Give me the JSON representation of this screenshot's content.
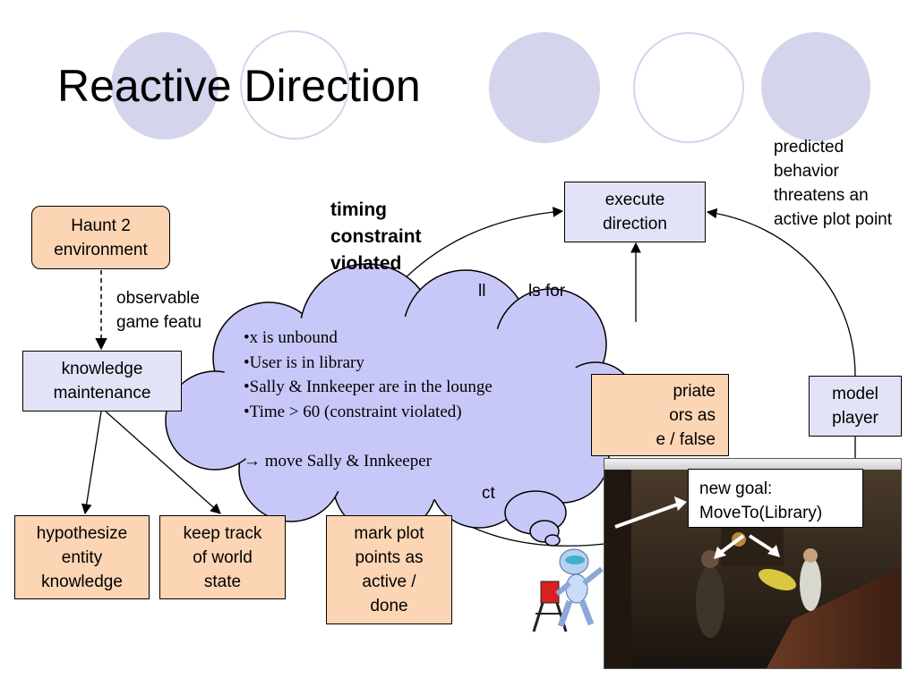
{
  "slide": {
    "title": "Reactive Direction"
  },
  "nodes": {
    "haunt_env": "Haunt 2\nenvironment",
    "knowledge_maintenance": "knowledge\nmaintenance",
    "hypothesize": "hypothesize\nentity\nknowledge",
    "world_state": "keep track\nof world\nstate",
    "plot_points": "mark plot\npoints as\nactive /\ndone",
    "execute_direction": "execute\ndirection",
    "model_player": "model\nplayer",
    "predicates_fragment": "priate\nors as\ne / false"
  },
  "labels": {
    "observable": "observable\ngame featu",
    "timing_violated": "timing\nconstraint\nviolated",
    "predicted": "predicted\nbehavior\nthreatens an\nactive plot point",
    "partial_top": "ll         ls for",
    "partial_ct": "ct"
  },
  "thought_bubble": {
    "lines": [
      "•x is unbound",
      "•User is in library",
      "•Sally & Innkeeper are in the lounge",
      "•Time > 60 (constraint violated)",
      "",
      "→ move Sally & Innkeeper"
    ]
  },
  "game_screenshot": {
    "goal_text": "new goal:\nMoveTo(Library)"
  },
  "colors": {
    "orange_box": "#fcd5b4",
    "blue_box": "#e3e3f7",
    "cloud_fill": "#c8c8f8",
    "decor_circle": "#d4d4ec"
  }
}
